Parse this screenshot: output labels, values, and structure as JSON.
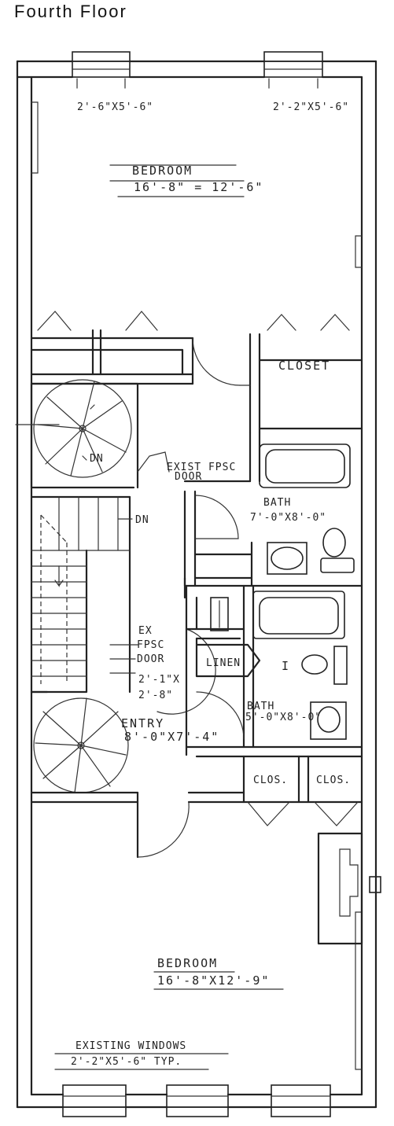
{
  "page": {
    "title": "Fourth Floor"
  },
  "labels": {
    "top_windows_left": "2'-6\"X5'-6\"",
    "top_windows_right": "2'-2\"X5'-6\"",
    "bedroom_top_name": "BEDROOM",
    "bedroom_top_size": "16'-8\" = 12'-6\"",
    "closet": "CLOSET",
    "stair_upper_dn": "DN",
    "exist_fpsc_door": "EXIST FPSC DOOR",
    "bath_upper_name": "BATH",
    "bath_upper_size": "7'-0\"X8'-0\"",
    "stair_dn": "DN",
    "linen": "LINEN",
    "ex_fpsc_door_line1": "EX",
    "ex_fpsc_door_line2": "FPSC",
    "ex_fpsc_door_line3": "DOOR",
    "ex_fpsc_door_line4": "2'-1\"X",
    "ex_fpsc_door_line5": "2'-8\"",
    "wc_mark": "I",
    "bath_lower_name": "BATH",
    "bath_lower_size": "5'-0\"X8'-0\"",
    "entry_name": "ENTRY",
    "entry_size": "8'-0\"X7'-4\"",
    "clos_left": "CLOS.",
    "clos_right": "CLOS.",
    "bedroom_bottom_name": "BEDROOM",
    "bedroom_bottom_size": "16'-8\"X12'-9\"",
    "existing_windows_line1": "EXISTING WINDOWS",
    "existing_windows_line2": "2'-2\"X5'-6\" TYP."
  }
}
